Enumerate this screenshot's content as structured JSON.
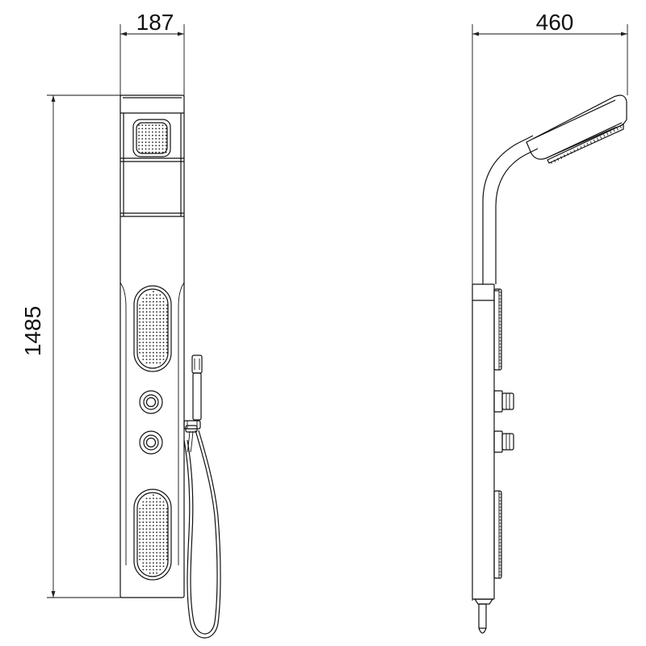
{
  "dimensions": {
    "front_width": "187",
    "front_height": "1485",
    "side_depth": "460"
  }
}
